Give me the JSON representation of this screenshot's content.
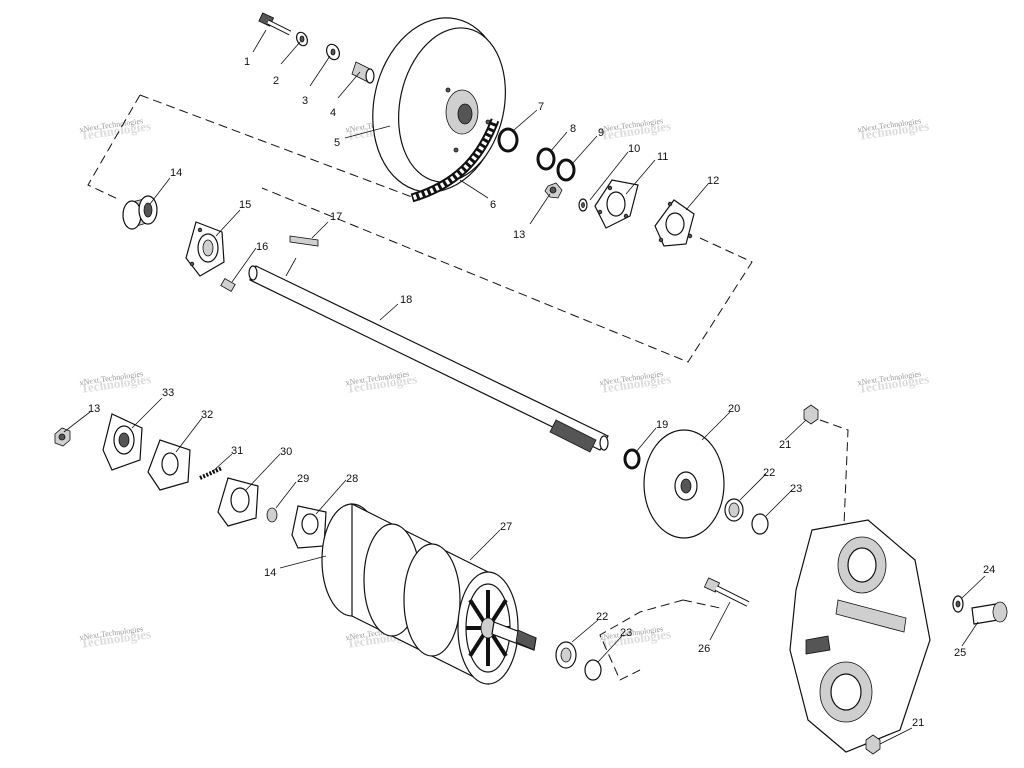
{
  "watermark": {
    "line1": "vNext Technologies",
    "line2": "Technologies"
  },
  "callouts": {
    "p1": "1",
    "p2": "2",
    "p3": "3",
    "p4": "4",
    "p5": "5",
    "p6": "6",
    "p7": "7",
    "p8": "8",
    "p9": "9",
    "p10": "10",
    "p11": "11",
    "p12": "12",
    "p13a": "13",
    "p13b": "13",
    "p14a": "14",
    "p14b": "14",
    "p15": "15",
    "p16": "16",
    "p17": "17",
    "p18": "18",
    "p19": "19",
    "p20": "20",
    "p21a": "21",
    "p21b": "21",
    "p22a": "22",
    "p22b": "22",
    "p23a": "23",
    "p23b": "23",
    "p24": "24",
    "p25": "25",
    "p26": "26",
    "p27": "27",
    "p28": "28",
    "p29": "29",
    "p30": "30",
    "p31": "31",
    "p32": "32",
    "p33": "33"
  },
  "colors": {
    "ink": "#111111",
    "watermark": "#9a9a9a",
    "background": "#ffffff"
  }
}
